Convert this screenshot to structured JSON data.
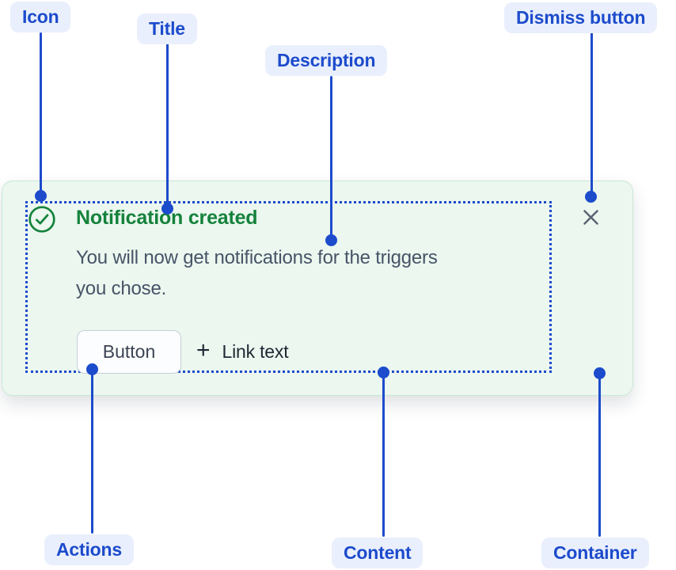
{
  "annotations": {
    "icon": {
      "label": "Icon"
    },
    "title": {
      "label": "Title"
    },
    "description": {
      "label": "Description"
    },
    "dismiss_button": {
      "label": "Dismiss button"
    },
    "actions": {
      "label": "Actions"
    },
    "content": {
      "label": "Content"
    },
    "container": {
      "label": "Container"
    }
  },
  "notification": {
    "title": "Notification created",
    "description": "You will now get notifications for the triggers you chose.",
    "description_lines": [
      "You will now get notifications for the triggers",
      "you chose."
    ],
    "actions": {
      "button_label": "Button",
      "plus_glyph": "+",
      "link_label": "Link text"
    },
    "icons": {
      "status_icon": "check-circle-icon",
      "dismiss_icon": "close-x-icon"
    }
  },
  "colors": {
    "annotation_blue": "#1c4bcc",
    "chip_background": "#e9effc",
    "success_green": "#15823b",
    "card_background": "#ebf7ef",
    "card_border": "#c9e7d6",
    "description_gray": "#475467",
    "link_text_dark": "#1f2733",
    "dismiss_gray": "#5a6472",
    "button_border": "#c6cfd9"
  }
}
